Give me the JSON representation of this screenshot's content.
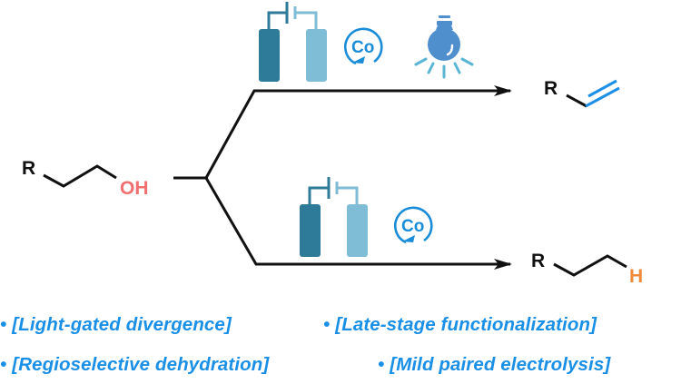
{
  "colors": {
    "bond": "#111111",
    "hydroxyl": "#f07070",
    "alkene": "#1e8fe6",
    "hydrogen": "#f08a3c",
    "anode": "#2e7a99",
    "cathode": "#7fbdd6",
    "catalyst": "#1a8cd8",
    "bulb": "#4f8fce",
    "rays": "#5bb6d6",
    "feature_text": "#1a8fe6"
  },
  "starting_material": {
    "substituent": "R",
    "leaving_group": "OH"
  },
  "upper_pathway": {
    "conditions": [
      "electrolysis-cell",
      "cobalt-catalyst",
      "light"
    ],
    "catalyst_label": "Co",
    "product": {
      "substituent": "R",
      "description": "terminal alkene"
    }
  },
  "lower_pathway": {
    "conditions": [
      "electrolysis-cell",
      "cobalt-catalyst"
    ],
    "catalyst_label": "Co",
    "product": {
      "substituent": "R",
      "terminal_atom": "H",
      "description": "alkane"
    }
  },
  "features": [
    {
      "bullet": "•",
      "text": "[Light-gated divergence]"
    },
    {
      "bullet": "•",
      "text": "[Late-stage functionalization]"
    },
    {
      "bullet": "•",
      "text": "[Regioselective dehydration]"
    },
    {
      "bullet": "•",
      "text": "[Mild paired electrolysis]"
    }
  ]
}
